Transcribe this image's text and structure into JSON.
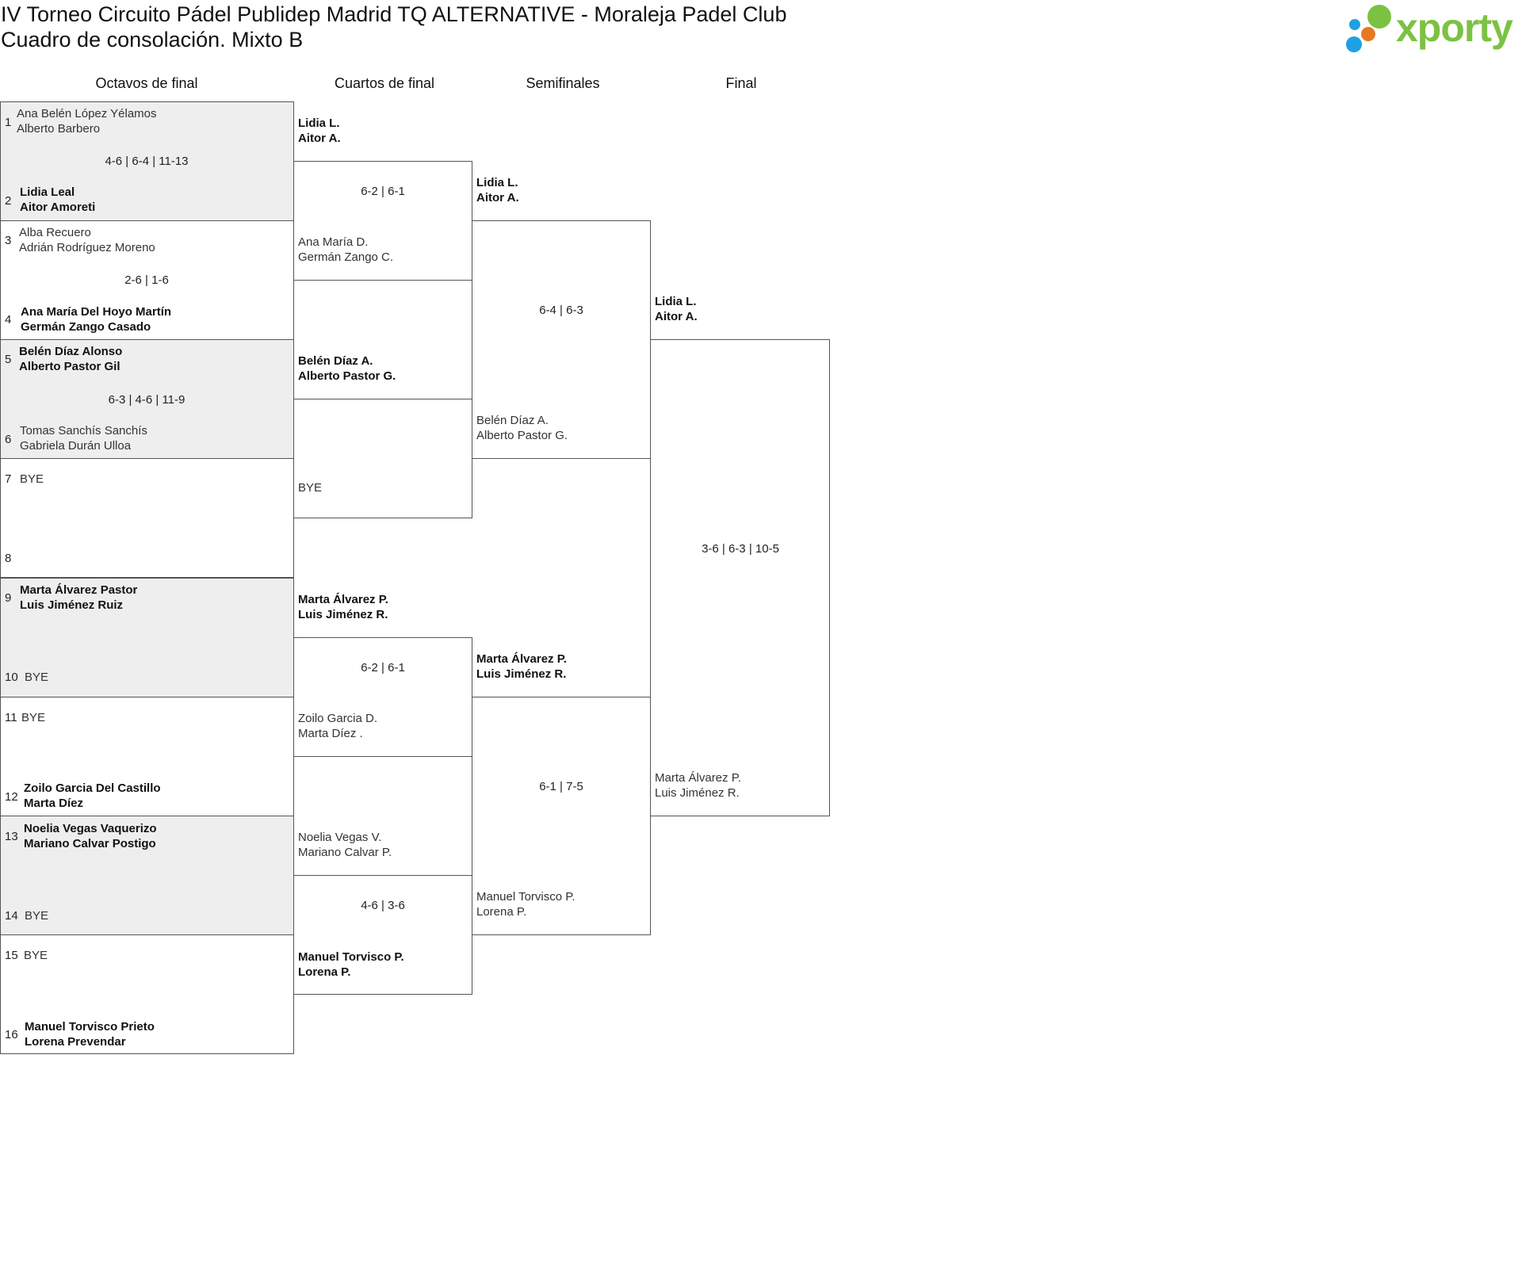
{
  "header": {
    "title": "IV Torneo Circuito Pádel Publidep Madrid TQ ALTERNATIVE - Moraleja Padel Club",
    "subtitle": "Cuadro de consolación. Mixto B",
    "logo_text": "xporty",
    "logo_colors": {
      "green": "#7cc242",
      "orange": "#e87722",
      "blue": "#1da1e2"
    }
  },
  "rounds": [
    "Octavos de final",
    "Cuartos de final",
    "Semifinales",
    "Final"
  ],
  "octavos": {
    "slots": [
      {
        "seed": "1",
        "p1": "Ana Belén López Yélamos",
        "p2": "Alberto Barbero"
      },
      {
        "seed": "2",
        "p1": "Lidia Leal",
        "p2": "Aitor Amoreti"
      },
      {
        "seed": "3",
        "p1": "Alba Recuero",
        "p2": "Adrián Rodríguez Moreno"
      },
      {
        "seed": "4",
        "p1": "Ana María Del Hoyo Martín",
        "p2": "Germán Zango Casado"
      },
      {
        "seed": "5",
        "p1": "Belén Díaz Alonso",
        "p2": "Alberto Pastor Gil"
      },
      {
        "seed": "6",
        "p1": "Tomas Sanchís Sanchís",
        "p2": "Gabriela Durán Ulloa"
      },
      {
        "seed": "7",
        "p1": "BYE",
        "p2": ""
      },
      {
        "seed": "8",
        "p1": "",
        "p2": ""
      },
      {
        "seed": "9",
        "p1": "Marta Álvarez Pastor",
        "p2": "Luis Jiménez Ruiz"
      },
      {
        "seed": "10",
        "p1": "BYE",
        "p2": ""
      },
      {
        "seed": "11",
        "p1": "BYE",
        "p2": ""
      },
      {
        "seed": "12",
        "p1": "Zoilo Garcia Del Castillo",
        "p2": "Marta Díez"
      },
      {
        "seed": "13",
        "p1": "Noelia Vegas Vaquerizo",
        "p2": "Mariano Calvar Postigo"
      },
      {
        "seed": "14",
        "p1": "BYE",
        "p2": ""
      },
      {
        "seed": "15",
        "p1": "BYE",
        "p2": ""
      },
      {
        "seed": "16",
        "p1": "Manuel Torvisco Prieto",
        "p2": "Lorena Prevendar"
      }
    ],
    "scores": [
      "4-6 | 6-4 | 11-13",
      "2-6 | 1-6",
      "6-3 | 4-6 | 11-9",
      "",
      "",
      "",
      "",
      ""
    ]
  },
  "cuartos": {
    "teams": [
      {
        "p1": "Lidia L.",
        "p2": "Aitor A."
      },
      {
        "p1": "Ana María D.",
        "p2": "Germán Zango C."
      },
      {
        "p1": "Belén Díaz A.",
        "p2": "Alberto Pastor G."
      },
      {
        "p1": "BYE",
        "p2": ""
      },
      {
        "p1": "Marta Álvarez P.",
        "p2": "Luis Jiménez R."
      },
      {
        "p1": "Zoilo Garcia D.",
        "p2": "Marta Díez ."
      },
      {
        "p1": "Noelia Vegas V.",
        "p2": "Mariano Calvar P."
      },
      {
        "p1": "Manuel Torvisco P.",
        "p2": "Lorena P."
      }
    ],
    "scores": [
      "6-2 | 6-1",
      "",
      "6-2 | 6-1",
      "4-6 | 3-6"
    ]
  },
  "semis": {
    "teams": [
      {
        "p1": "Lidia L.",
        "p2": "Aitor A."
      },
      {
        "p1": "Belén Díaz A.",
        "p2": "Alberto Pastor G."
      },
      {
        "p1": "Marta Álvarez P.",
        "p2": "Luis Jiménez R."
      },
      {
        "p1": "Manuel Torvisco P.",
        "p2": "Lorena P."
      }
    ],
    "scores": [
      "6-4 | 6-3",
      "6-1 | 7-5"
    ]
  },
  "final": {
    "teams": [
      {
        "p1": "Lidia L.",
        "p2": "Aitor A."
      },
      {
        "p1": "Marta Álvarez P.",
        "p2": "Luis Jiménez R."
      }
    ],
    "score": "3-6 | 6-3 | 10-5"
  }
}
